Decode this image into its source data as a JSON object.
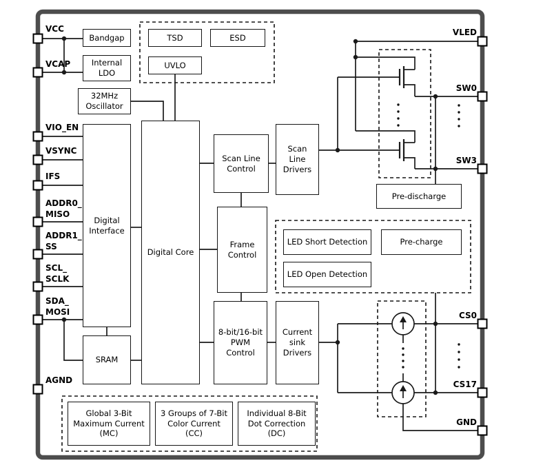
{
  "blocks": {
    "bandgap": "Bandgap",
    "internal_ldo": "Internal\nLDO",
    "tsd": "TSD",
    "esd": "ESD",
    "uvlo": "UVLO",
    "oscillator": "32MHz\nOscillator",
    "digital_interface": "Digital\nInterface",
    "digital_core": "Digital Core",
    "scan_line_control": "Scan Line\nControl",
    "scan_line_drivers": "Scan\nLine\nDrivers",
    "frame_control": "Frame\nControl",
    "pwm_control": "8-bit/16-bit\nPWM\nControl",
    "current_sink_drivers": "Current\nsink\nDrivers",
    "sram": "SRAM",
    "pre_discharge": "Pre-discharge",
    "led_short_detection": "LED Short Detection",
    "pre_charge": "Pre-charge",
    "led_open_detection": "LED Open Detection",
    "mc": "Global 3-Bit\nMaximum Current\n(MC)",
    "cc": "3 Groups of 7-Bit\nColor Current\n(CC)",
    "dc": "Individual 8-Bit\nDot Correction\n(DC)"
  },
  "pins_left": [
    {
      "label": "VCC"
    },
    {
      "label": "VCAP"
    },
    {
      "label": "VIO_EN"
    },
    {
      "label": "VSYNC"
    },
    {
      "label": "IFS"
    },
    {
      "label": "ADDR0_\nMISO"
    },
    {
      "label": "ADDR1_\nSS"
    },
    {
      "label": "SCL_\nSCLK"
    },
    {
      "label": "SDA_\nMOSI"
    },
    {
      "label": "AGND"
    }
  ],
  "pins_right": [
    {
      "label": "VLED"
    },
    {
      "label": "SW0"
    },
    {
      "label": "SW3"
    },
    {
      "label": "CS0"
    },
    {
      "label": "CS17"
    },
    {
      "label": "GND"
    }
  ],
  "colors": {
    "wire": "#1a1a1a",
    "chip_border": "#4d4d4d",
    "background": "#ffffff"
  }
}
